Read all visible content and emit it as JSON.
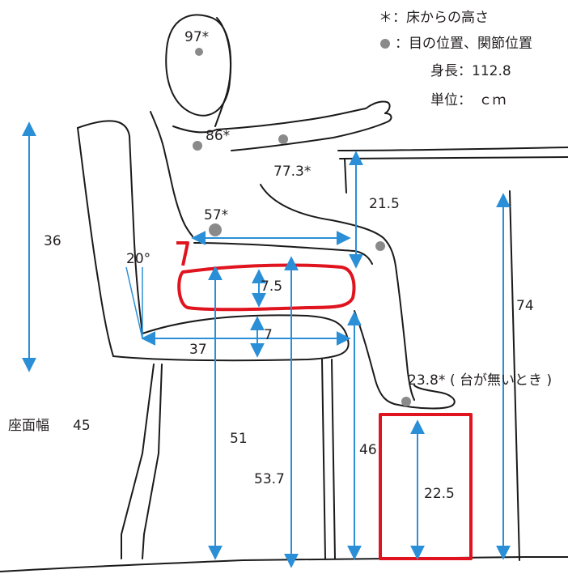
{
  "legend": {
    "height_note": "＊：床からの高さ",
    "joint_note": "：目の位置、関節位置",
    "height_label": "身長：112.8",
    "unit_label": "単位：　ｃｍ"
  },
  "colors": {
    "line": "#1a1a1a",
    "arrow": "#2a8fd6",
    "highlight": "#e0141e",
    "joint": "#8a8a8a"
  },
  "measurements": {
    "eye_height": "97*",
    "shoulder_height": "86*",
    "elbow_height": "77.3*",
    "thigh_height": "57*",
    "backrest_height": "36",
    "recline_angle": "20°",
    "cushion_thickness": "7.5",
    "seat_thickness": "7",
    "seat_depth": "37",
    "table_gap": "21.5",
    "table_height": "74",
    "ankle_height": "23.8*",
    "ankle_note": "( 台が無いとき )",
    "seat_width_label": "座面幅",
    "seat_width": "45",
    "seat_height": "51",
    "cushion_top_height": "53.7",
    "seat_front_height": "46",
    "footrest_height": "22.5"
  }
}
